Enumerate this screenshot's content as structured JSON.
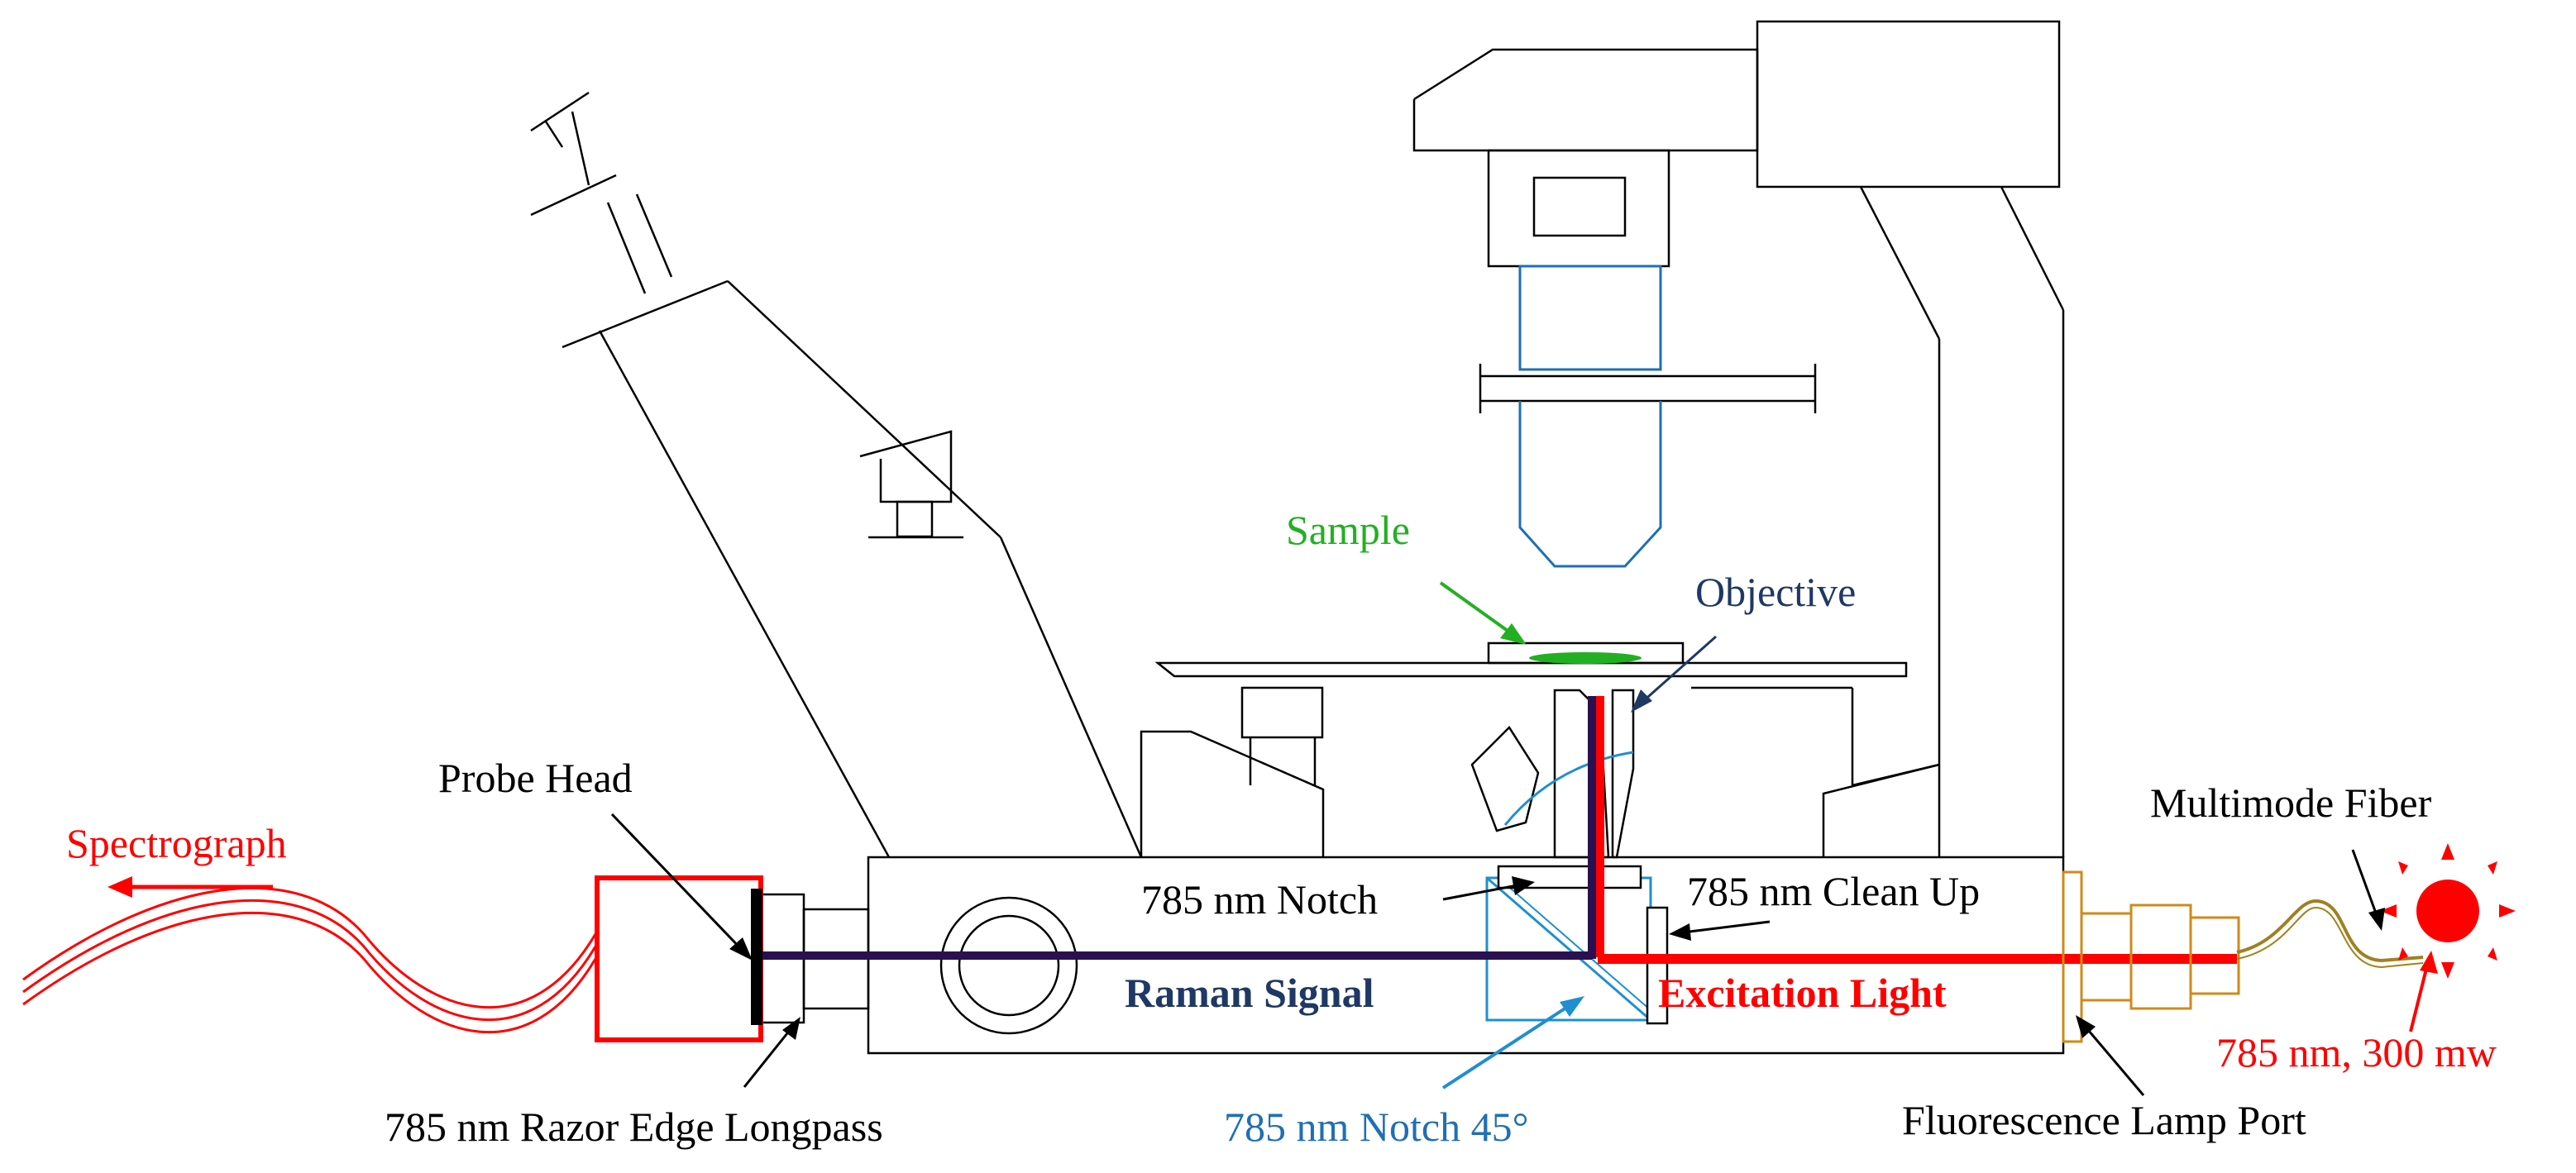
{
  "labels": {
    "spectrograph": "Spectrograph",
    "probe_head": "Probe Head",
    "sample": "Sample",
    "objective": "Objective",
    "notch": "785 nm Notch",
    "clean_up": "785 nm Clean Up",
    "multimode_fiber": "Multimode Fiber",
    "raman_signal": "Raman Signal",
    "excitation_light": "Excitation Light",
    "razor_edge": "785 nm Razor Edge Longpass",
    "notch_45": "785 nm Notch 45°",
    "fluorescence_port": "Fluorescence Lamp Port",
    "laser_spec": "785 nm, 300 mw"
  },
  "colors": {
    "laser_red": "#ff0000",
    "raman_purple": "#2a1050",
    "sample_green": "#22b022",
    "objective_blue": "#1f6fb5",
    "notch45_blue": "#1e8fd0",
    "label_navy": "#1f3864",
    "port_orange": "#d08a1a",
    "fiber_gold": "#a08020"
  }
}
